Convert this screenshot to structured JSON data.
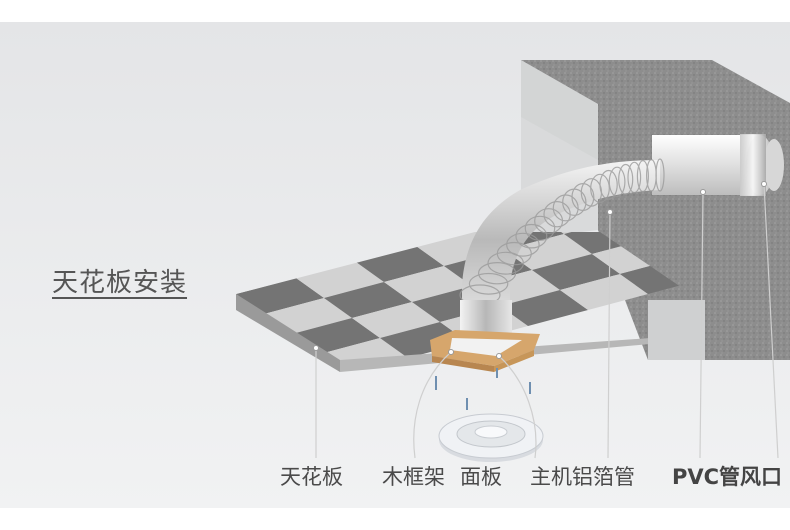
{
  "title": "天花板安装",
  "labels": {
    "ceiling": "天花板",
    "wood_frame": "木框架",
    "panel": "面板",
    "aluminum_duct": "主机铝箔管",
    "pvc_vent": "PVC管风口"
  },
  "colors": {
    "background_panel": "#e8e9eb",
    "tile_dark": "#747474",
    "tile_light": "#d2d2d2",
    "wall": "#8b8b8b",
    "wood": "#d6a66c",
    "leader_line": "#cfcfcf",
    "label_text": "#4a4a4a"
  }
}
